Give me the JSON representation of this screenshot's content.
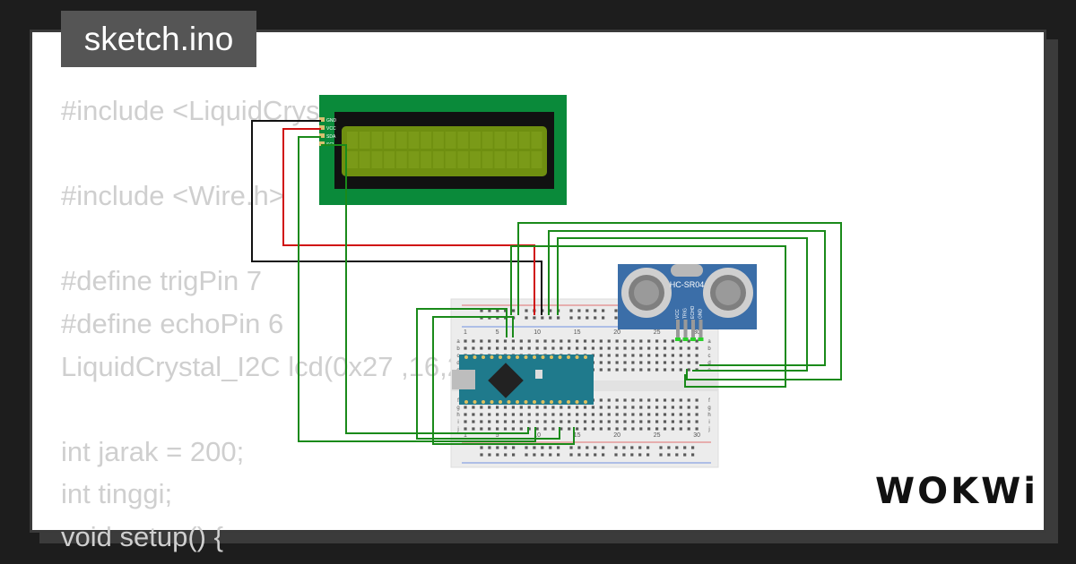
{
  "title": "sketch.ino",
  "code_lines": [
    "#include <LiquidCrystal_I2C.h>",
    "",
    "#include <Wire.h>",
    "",
    "#define trigPin 7",
    "#define echoPin 6",
    "LiquidCrystal_I2C lcd(0x27 ,16,2);",
    "",
    "int jarak = 200;",
    "int tinggi;",
    "void setup() {"
  ],
  "brand": "WOKWi",
  "components": {
    "lcd": {
      "pins": [
        "GND",
        "VCC",
        "SDA",
        "SCL"
      ]
    },
    "sensor": {
      "label": "HC-SR04",
      "pins": [
        "VCC",
        "TRIG",
        "ECHO",
        "GND"
      ]
    },
    "breadboard": {
      "column_numbers": [
        "1",
        "5",
        "10",
        "15",
        "20",
        "25",
        "30"
      ],
      "row_letters_top": [
        "a",
        "b",
        "c",
        "d",
        "e"
      ],
      "row_letters_bottom": [
        "f",
        "g",
        "h",
        "i",
        "j"
      ]
    }
  },
  "colors": {
    "background": "#1d1d1d",
    "card": "#ffffff",
    "title_tag": "#555555",
    "code_text": "#cfcfcf",
    "lcd_board": "#0a8a3a",
    "lcd_screen": "#6f8f10",
    "arduino": "#1f7a8c",
    "sensor_board": "#3b6ea8",
    "wire_green": "#1a8a1a",
    "wire_red": "#d01010",
    "wire_black": "#111111"
  }
}
